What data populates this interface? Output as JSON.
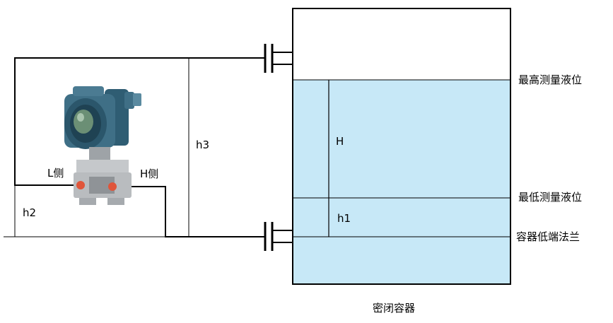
{
  "labels": {
    "max_level": "最高测量液位",
    "min_level": "最低测量液位",
    "bottom_flange": "容器低端法兰",
    "vessel": "密闭容器",
    "H": "H",
    "h1": "h1",
    "h2": "h2",
    "h3": "h3",
    "l_side": "L侧",
    "h_side": "H侧"
  },
  "colors": {
    "liquid": "#c7e8f7",
    "line": "#000000",
    "transmitter_body": "#3f6f86",
    "transmitter_metal": "#b9bcbf",
    "port": "#e0553a"
  },
  "icons": {
    "transmitter": "pressure-transmitter-icon"
  }
}
